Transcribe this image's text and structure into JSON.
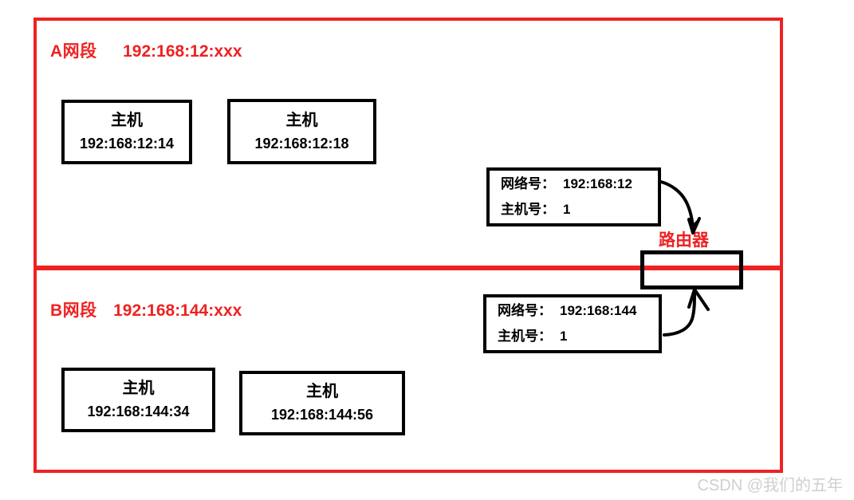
{
  "diagram": {
    "title_hidden": "",
    "colors": {
      "segment_border": "#ee2222",
      "segment_title": "#ee2222",
      "router_label": "#ee2222",
      "box_border": "#000000",
      "text": "#000000",
      "watermark": "#cfcfcf",
      "background": "#ffffff"
    },
    "segments": [
      {
        "id": "A",
        "name": "A网段",
        "cidr": "192:168:12:xxx",
        "hosts": [
          {
            "title": "主机",
            "ip": "192:168:12:14"
          },
          {
            "title": "主机",
            "ip": "192:168:12:18"
          }
        ],
        "address_info": {
          "network_label": "网络号：",
          "network_value": "192:168:12",
          "host_label": "主机号：",
          "host_value": "1"
        }
      },
      {
        "id": "B",
        "name": "B网段",
        "cidr": "192:168:144:xxx",
        "hosts": [
          {
            "title": "主机",
            "ip": "192:168:144:34"
          },
          {
            "title": "主机",
            "ip": "192:168:144:56"
          }
        ],
        "address_info": {
          "network_label": "网络号：",
          "network_value": "192:168:144",
          "host_label": "主机号：",
          "host_value": "1"
        }
      }
    ],
    "router": {
      "label": "路由器"
    },
    "watermark": "CSDN @我们的五年"
  }
}
